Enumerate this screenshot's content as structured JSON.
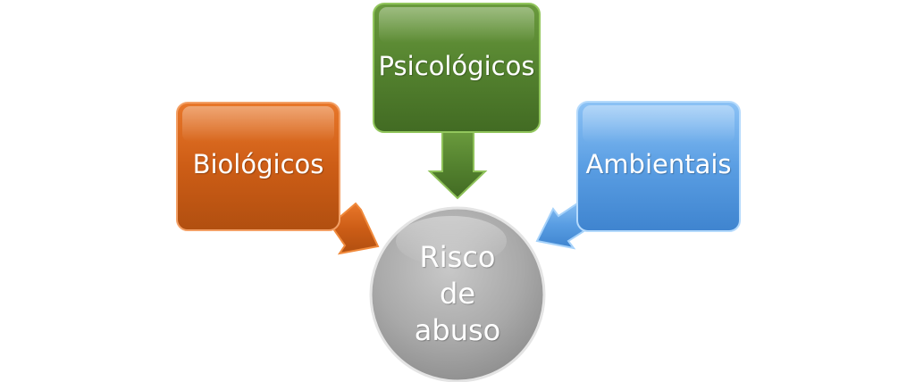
{
  "nodes": {
    "biologicos": {
      "label": "Biológicos"
    },
    "psicologicos": {
      "label": "Psicológicos"
    },
    "ambientais": {
      "label": "Ambientais"
    },
    "center": {
      "lines": [
        "Risco",
        "de",
        "abuso"
      ]
    }
  },
  "colors": {
    "biologicos": "#c95b14",
    "psicologicos": "#4f7b2c",
    "ambientais": "#4a8fd8",
    "center": "#a8a8a8"
  }
}
